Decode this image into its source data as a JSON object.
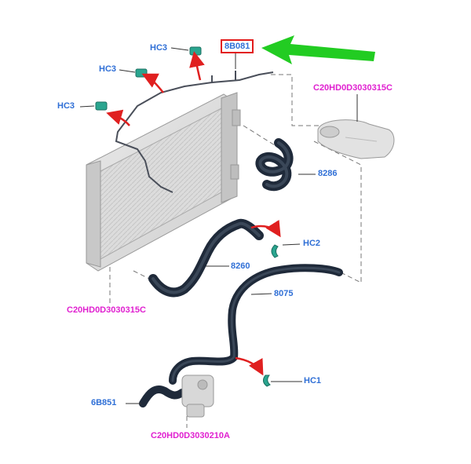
{
  "callouts": {
    "main_part": "8B081",
    "hc3_a": "HC3",
    "hc3_b": "HC3",
    "hc3_c": "HC3",
    "hose_8286": "8286",
    "clamp_hc2": "HC2",
    "hose_8260": "8260",
    "hose_8075": "8075",
    "clamp_hc1": "HC1",
    "hose_6b851": "6B851",
    "ref_tank": "C20HD0D3030315C",
    "ref_radiator": "C20HD0D3030315C",
    "ref_pump": "C20HD0D3030210A"
  },
  "colors": {
    "callout_text": "#2f6fd6",
    "reference_text": "#e020d0",
    "highlight_box": "#e21b1b",
    "pointer_arrow": "#22cc22",
    "clip_arrows": "#e02020",
    "hose": "#1f2a3a",
    "clip": "#2aa58f"
  },
  "icons": [
    "green-pointer-arrow-icon",
    "red-clip-arrow-icon",
    "hose-clip-icon"
  ]
}
